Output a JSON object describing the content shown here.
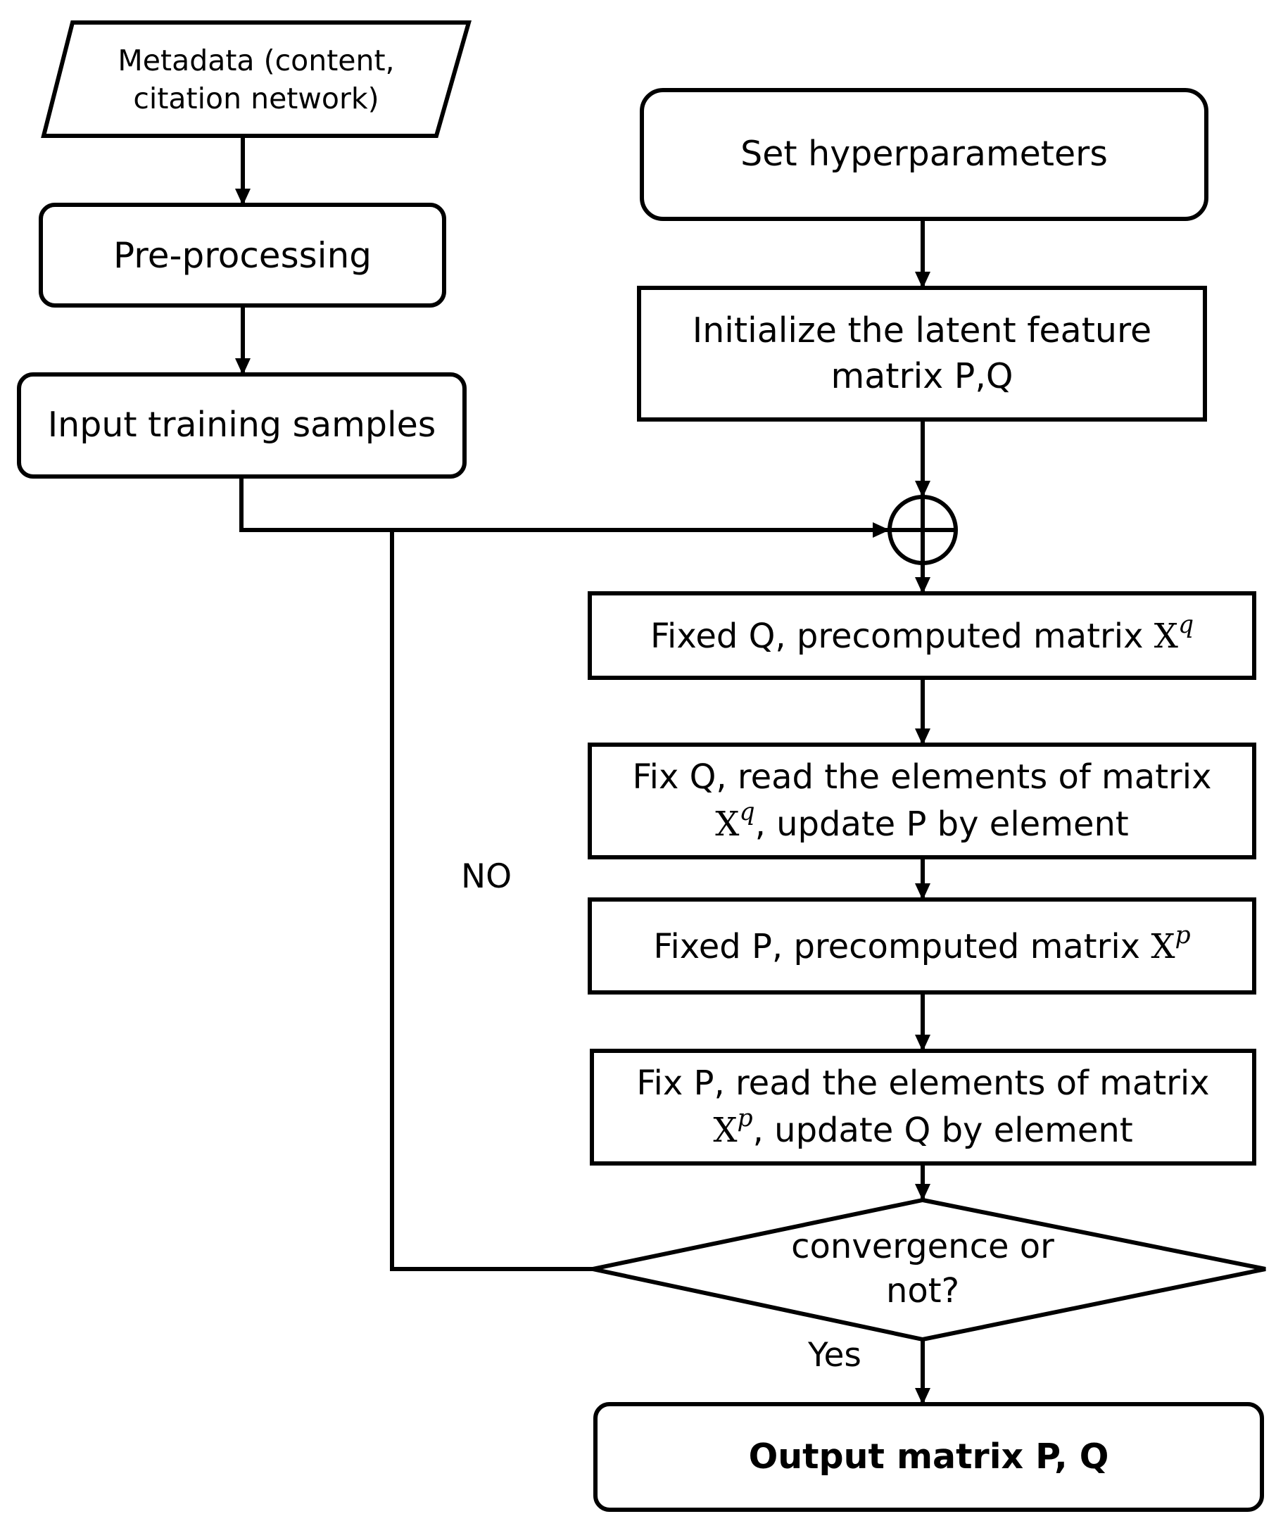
{
  "nodes": {
    "metadata": {
      "line1": "Metadata (content,",
      "line2": "citation network)"
    },
    "preprocessing": {
      "text": "Pre-processing"
    },
    "input_samples": {
      "text": "Input training samples"
    },
    "set_hyper": {
      "text": "Set hyperparameters"
    },
    "init_matrix": {
      "line1": "Initialize the latent feature",
      "line2": "matrix P,Q"
    },
    "fixed_q": {
      "text": "Fixed Q, precomputed matrix ",
      "math_base": "X",
      "math_sup": "q"
    },
    "fix_q_update": {
      "line1": "Fix Q, read the elements of matrix",
      "math_base": "X",
      "math_sup": "q",
      "line2_rest": ", update P by element"
    },
    "fixed_p": {
      "text": "Fixed P, precomputed matrix ",
      "math_base": "X",
      "math_sup": "p"
    },
    "fix_p_update": {
      "line1": "Fix P, read the elements of matrix",
      "math_base": "X",
      "math_sup": "p",
      "line2_rest": ", update Q by element"
    },
    "convergence": {
      "line1": "convergence or",
      "line2": "not?"
    },
    "output": {
      "text": "Output matrix P, Q"
    }
  },
  "labels": {
    "no": "NO",
    "yes": "Yes"
  }
}
